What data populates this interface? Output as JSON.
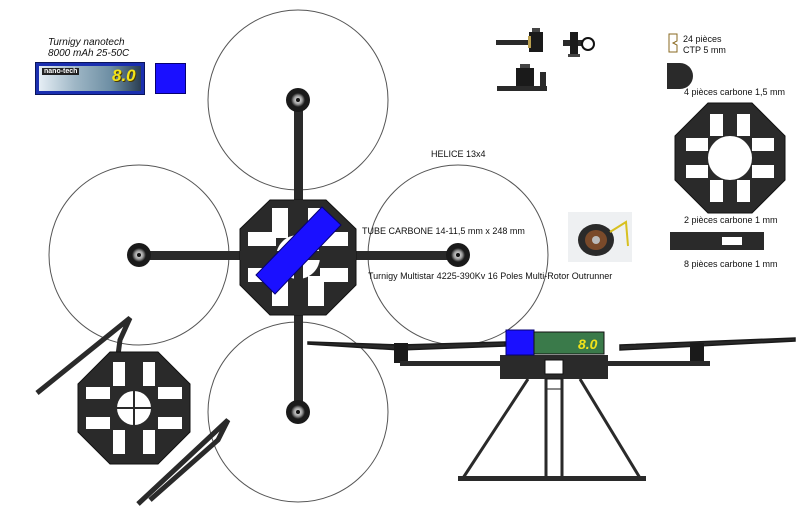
{
  "battery": {
    "title": "Turnigy nanotech",
    "spec": "8000 mAh 25-50C",
    "brand_text": "nano-tech",
    "capacity_text": "8.0",
    "colors": {
      "label": "#1a2fb0",
      "square": "#1a10ff"
    }
  },
  "labels": {
    "propeller": "HELICE 13x4",
    "tube": "TUBE CARBONE 14-11,5 mm x 248 mm",
    "motor": "Turnigy Multistar 4225-390Kv 16 Poles Multi-Rotor Outrunner"
  },
  "parts": {
    "ctp_count": "24 pièces",
    "ctp_desc": "CTP 5 mm",
    "plate_15": "4 pièces carbone 1,5 mm",
    "plate_1": "2 pièces carbone 1 mm",
    "plate_1b": "8 pièces carbone 1 mm"
  },
  "colors": {
    "carbon": "#2a2a2a",
    "accent_blue": "#1a10ff",
    "prop_circle": "#555555"
  }
}
